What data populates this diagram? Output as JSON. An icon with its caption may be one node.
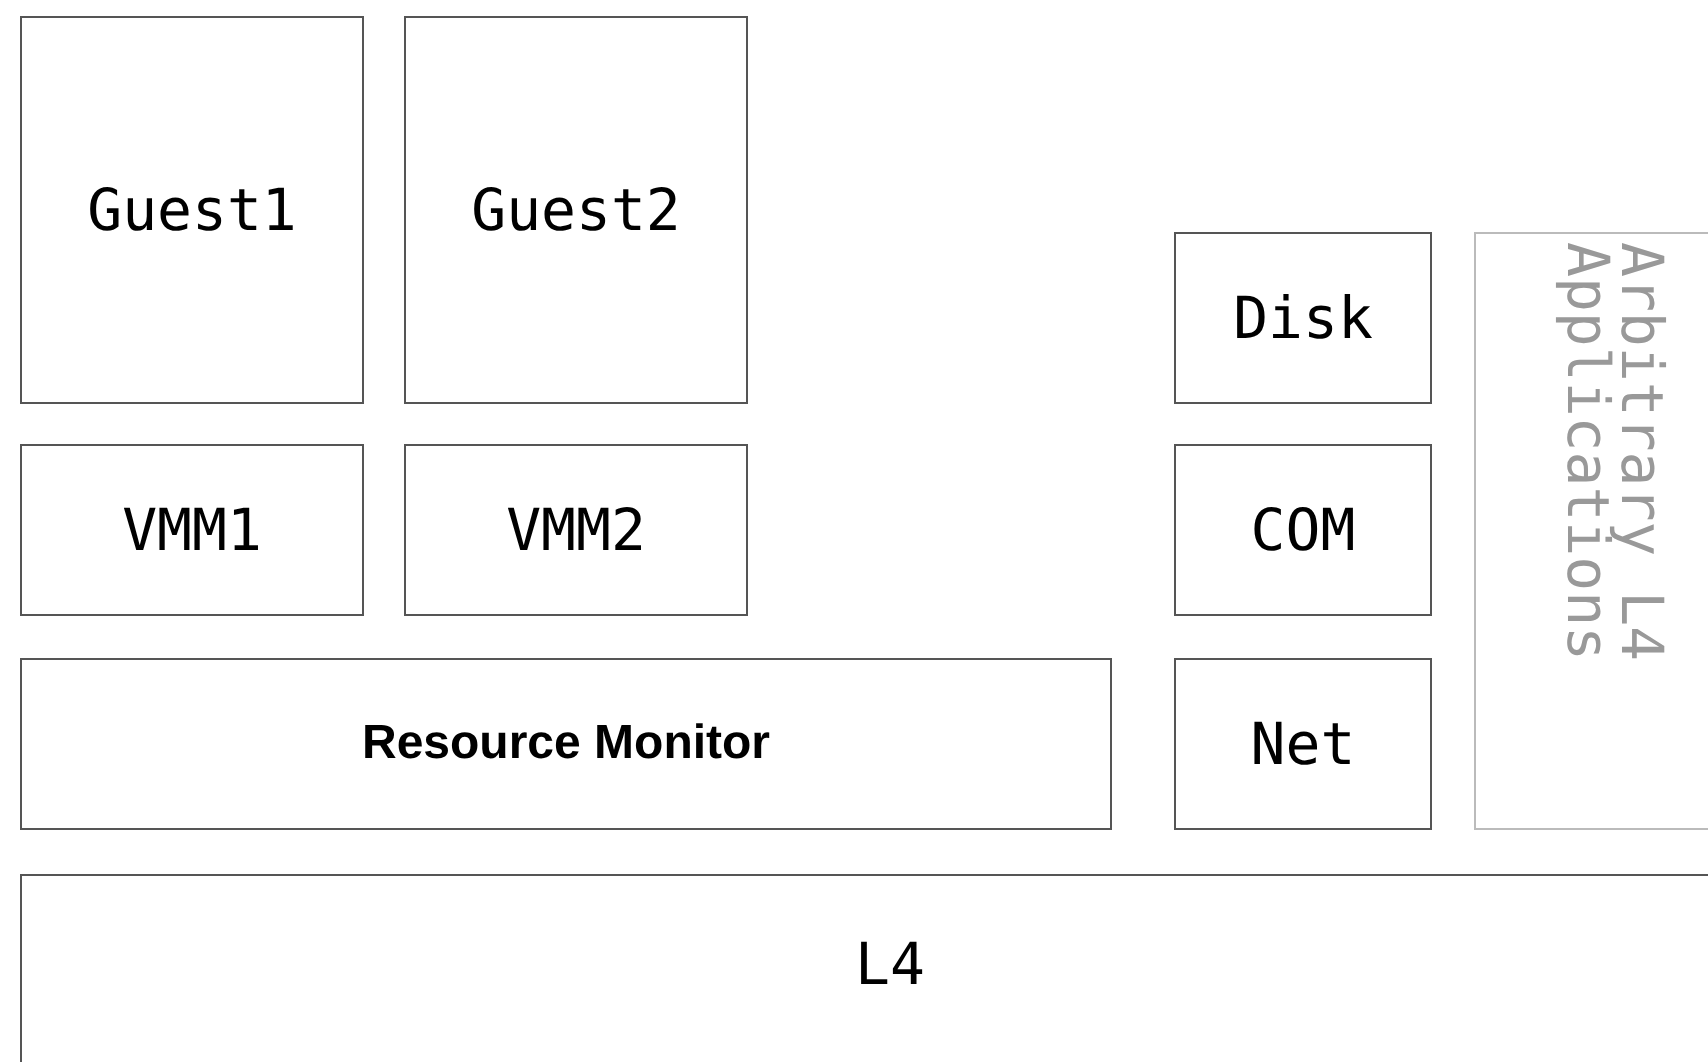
{
  "diagram": {
    "nodes": [
      {
        "text": [
          "Guest1"
        ]
      },
      {
        "text": [
          "Guest2"
        ]
      },
      {
        "text": [
          "VMM1"
        ]
      },
      {
        "text": [
          "VMM2"
        ]
      },
      {
        "text": [
          "Resource Monitor"
        ]
      },
      {
        "text": [
          "Disk"
        ]
      },
      {
        "text": [
          "COM"
        ]
      },
      {
        "text": [
          "Net"
        ]
      },
      {
        "text": [
          "Arbitrary L4 Applications"
        ]
      },
      {
        "text": [
          "L4"
        ]
      }
    ]
  }
}
